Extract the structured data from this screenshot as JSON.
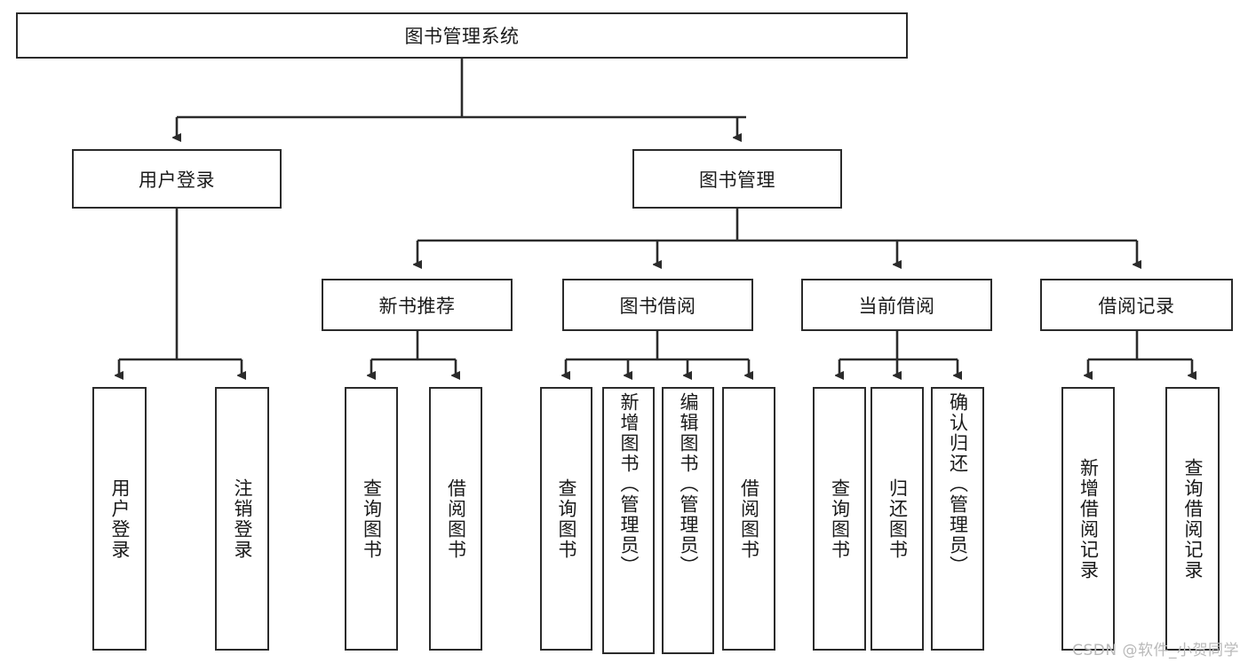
{
  "diagram": {
    "type": "tree-hierarchy",
    "title_node": "图书管理系统",
    "watermark": "CSDN @软件_小贺同学",
    "colors": {
      "stroke": "#2b2b2b",
      "fill": "#ffffff",
      "text": "#1a1a1a",
      "watermark": "#b9b9b9"
    },
    "levels": {
      "level1": [
        "图书管理系统"
      ],
      "level2": [
        "用户登录",
        "图书管理"
      ],
      "level3": [
        "新书推荐",
        "图书借阅",
        "当前借阅",
        "借阅记录"
      ],
      "level4": [
        "用户登录",
        "注销登录",
        "查询图书",
        "借阅图书",
        "查询图书",
        "新增图书（管理员）",
        "编辑图书（管理员）",
        "借阅图书",
        "查询图书",
        "归还图书",
        "确认归还（管理员）",
        "新增借阅记录",
        "查询借阅记录"
      ]
    },
    "nodes": {
      "root": {
        "label": "图书管理系统"
      },
      "user_login": {
        "label": "用户登录"
      },
      "book_manage": {
        "label": "图书管理"
      },
      "new_book_rec": {
        "label": "新书推荐"
      },
      "book_borrow": {
        "label": "图书借阅"
      },
      "current_borrow": {
        "label": "当前借阅"
      },
      "borrow_record": {
        "label": "借阅记录"
      },
      "leaf_user_login": {
        "label": "用户登录"
      },
      "leaf_logout": {
        "label": "注销登录"
      },
      "leaf_query_book_1": {
        "label": "查询图书"
      },
      "leaf_borrow_book_1": {
        "label": "借阅图书"
      },
      "leaf_query_book_2": {
        "label": "查询图书"
      },
      "leaf_add_book_admin": {
        "label": "新增图书（管理员）"
      },
      "leaf_edit_book_admin": {
        "label": "编辑图书（管理员）"
      },
      "leaf_borrow_book_2": {
        "label": "借阅图书"
      },
      "leaf_query_book_3": {
        "label": "查询图书"
      },
      "leaf_return_book": {
        "label": "归还图书"
      },
      "leaf_confirm_return_admin": {
        "label": "确认归还（管理员）"
      },
      "leaf_add_borrow_record": {
        "label": "新增借阅记录"
      },
      "leaf_query_borrow_record": {
        "label": "查询借阅记录"
      }
    },
    "edges": [
      {
        "from": "图书管理系统",
        "to": "用户登录"
      },
      {
        "from": "图书管理系统",
        "to": "图书管理"
      },
      {
        "from": "用户登录",
        "to": "用户登录"
      },
      {
        "from": "用户登录",
        "to": "注销登录"
      },
      {
        "from": "图书管理",
        "to": "新书推荐"
      },
      {
        "from": "图书管理",
        "to": "图书借阅"
      },
      {
        "from": "图书管理",
        "to": "当前借阅"
      },
      {
        "from": "图书管理",
        "to": "借阅记录"
      },
      {
        "from": "新书推荐",
        "to": "查询图书"
      },
      {
        "from": "新书推荐",
        "to": "借阅图书"
      },
      {
        "from": "图书借阅",
        "to": "查询图书"
      },
      {
        "from": "图书借阅",
        "to": "新增图书（管理员）"
      },
      {
        "from": "图书借阅",
        "to": "编辑图书（管理员）"
      },
      {
        "from": "图书借阅",
        "to": "借阅图书"
      },
      {
        "from": "当前借阅",
        "to": "查询图书"
      },
      {
        "from": "当前借阅",
        "to": "归还图书"
      },
      {
        "from": "当前借阅",
        "to": "确认归还（管理员）"
      },
      {
        "from": "借阅记录",
        "to": "新增借阅记录"
      },
      {
        "from": "借阅记录",
        "to": "查询借阅记录"
      }
    ]
  }
}
